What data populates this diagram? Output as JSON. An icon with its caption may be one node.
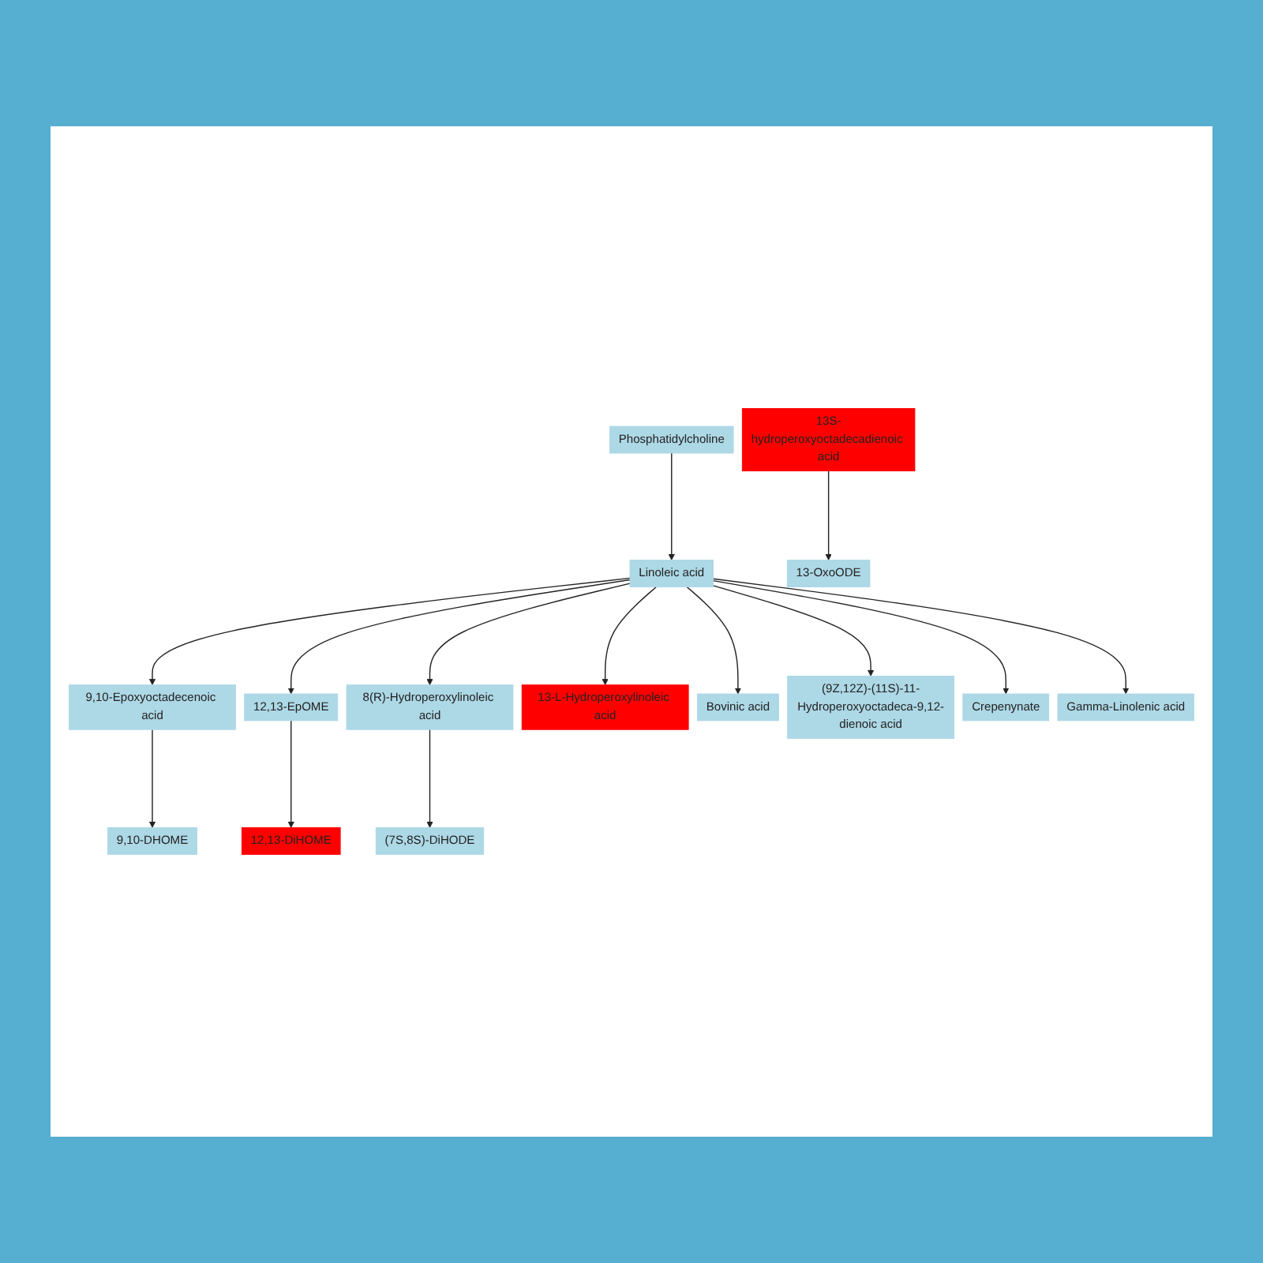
{
  "diagram": {
    "nodes": [
      {
        "text": [
          "Phosphatidylcholine"
        ]
      },
      {
        "text": [
          "13S-hydroperoxyoctadecadienoic acid"
        ]
      },
      {
        "text": [
          "Linoleic acid"
        ]
      },
      {
        "text": [
          "13-OxoODE"
        ]
      },
      {
        "text": [
          "9,10-Epoxyoctadecenoic acid"
        ]
      },
      {
        "text": [
          "12,13-EpOME"
        ]
      },
      {
        "text": [
          "8(R)-Hydroperoxylinoleic acid"
        ]
      },
      {
        "text": [
          "13-L-Hydroperoxylinoleic acid"
        ]
      },
      {
        "text": [
          "Bovinic acid"
        ]
      },
      {
        "text": [
          "(9Z,12Z)-(11S)-11-Hydroperoxyoctadeca-9,12-dienoic acid"
        ]
      },
      {
        "text": [
          "Crepenynate"
        ]
      },
      {
        "text": [
          "Gamma-Linolenic acid"
        ]
      },
      {
        "text": [
          "9,10-DHOME"
        ]
      },
      {
        "text": [
          "12,13-DiHOME"
        ]
      },
      {
        "text": [
          "(7S,8S)-DiHODE"
        ]
      }
    ],
    "edges": [
      {
        "from": 0,
        "to": 2,
        "arrow": "to"
      },
      {
        "from": 1,
        "to": 3,
        "arrow": "to"
      },
      {
        "from": 2,
        "to": 4,
        "arrow": "to"
      },
      {
        "from": 2,
        "to": 5,
        "arrow": "to"
      },
      {
        "from": 2,
        "to": 6,
        "arrow": "to"
      },
      {
        "from": 2,
        "to": 7,
        "arrow": "to"
      },
      {
        "from": 2,
        "to": 8,
        "arrow": "to"
      },
      {
        "from": 2,
        "to": 9,
        "arrow": "to"
      },
      {
        "from": 2,
        "to": 10,
        "arrow": "to"
      },
      {
        "from": 2,
        "to": 11,
        "arrow": "to"
      },
      {
        "from": 4,
        "to": 12,
        "arrow": "to"
      },
      {
        "from": 5,
        "to": 13,
        "arrow": "to"
      },
      {
        "from": 6,
        "to": 14,
        "arrow": "to"
      }
    ]
  }
}
